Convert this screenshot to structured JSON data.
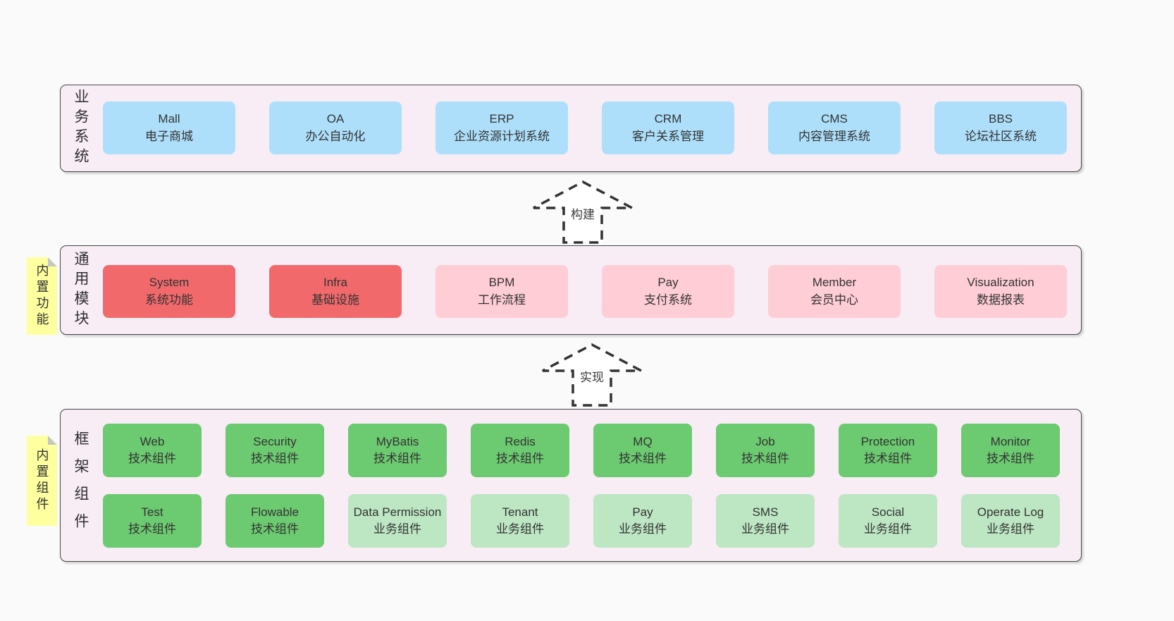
{
  "palette": {
    "page_bg": "#fafafa",
    "band_bg": "#f8edf5",
    "band_border": "#474747",
    "blue_box": "#aedffa",
    "red_box": "#f2696c",
    "pink_box": "#fecdd6",
    "green_box": "#6cca71",
    "lightgreen_box": "#bde6c3",
    "note_yellow": "#feff9e",
    "note_fold": "#c6c6c6",
    "text": "#333333"
  },
  "arrows": [
    {
      "label": "构建"
    },
    {
      "label": "实现"
    }
  ],
  "bands": [
    {
      "label": "业务系统",
      "boxes": [
        {
          "title": "Mall",
          "subtitle": "电子商城",
          "variant": "blue"
        },
        {
          "title": "OA",
          "subtitle": "办公自动化",
          "variant": "blue"
        },
        {
          "title": "ERP",
          "subtitle": "企业资源计划系统",
          "variant": "blue"
        },
        {
          "title": "CRM",
          "subtitle": "客户关系管理",
          "variant": "blue"
        },
        {
          "title": "CMS",
          "subtitle": "内容管理系统",
          "variant": "blue"
        },
        {
          "title": "BBS",
          "subtitle": "论坛社区系统",
          "variant": "blue"
        }
      ]
    },
    {
      "label": "通用模块",
      "note": "内置功能",
      "boxes": [
        {
          "title": "System",
          "subtitle": "系统功能",
          "variant": "red"
        },
        {
          "title": "Infra",
          "subtitle": "基础设施",
          "variant": "red"
        },
        {
          "title": "BPM",
          "subtitle": "工作流程",
          "variant": "pink"
        },
        {
          "title": "Pay",
          "subtitle": "支付系统",
          "variant": "pink"
        },
        {
          "title": "Member",
          "subtitle": "会员中心",
          "variant": "pink"
        },
        {
          "title": "Visualization",
          "subtitle": "数据报表",
          "variant": "pink"
        }
      ]
    },
    {
      "label": "框架组件",
      "note": "内置组件",
      "row1": [
        {
          "title": "Web",
          "subtitle": "技术组件",
          "variant": "green"
        },
        {
          "title": "Security",
          "subtitle": "技术组件",
          "variant": "green"
        },
        {
          "title": "MyBatis",
          "subtitle": "技术组件",
          "variant": "green"
        },
        {
          "title": "Redis",
          "subtitle": "技术组件",
          "variant": "green"
        },
        {
          "title": "MQ",
          "subtitle": "技术组件",
          "variant": "green"
        },
        {
          "title": "Job",
          "subtitle": "技术组件",
          "variant": "green"
        },
        {
          "title": "Protection",
          "subtitle": "技术组件",
          "variant": "green"
        },
        {
          "title": "Monitor",
          "subtitle": "技术组件",
          "variant": "green"
        }
      ],
      "row2": [
        {
          "title": "Test",
          "subtitle": "技术组件",
          "variant": "green"
        },
        {
          "title": "Flowable",
          "subtitle": "技术组件",
          "variant": "green"
        },
        {
          "title": "Data Permission",
          "subtitle": "业务组件",
          "variant": "lightgreen"
        },
        {
          "title": "Tenant",
          "subtitle": "业务组件",
          "variant": "lightgreen"
        },
        {
          "title": "Pay",
          "subtitle": "业务组件",
          "variant": "lightgreen"
        },
        {
          "title": "SMS",
          "subtitle": "业务组件",
          "variant": "lightgreen"
        },
        {
          "title": "Social",
          "subtitle": "业务组件",
          "variant": "lightgreen"
        },
        {
          "title": "Operate Log",
          "subtitle": "业务组件",
          "variant": "lightgreen"
        }
      ]
    }
  ]
}
